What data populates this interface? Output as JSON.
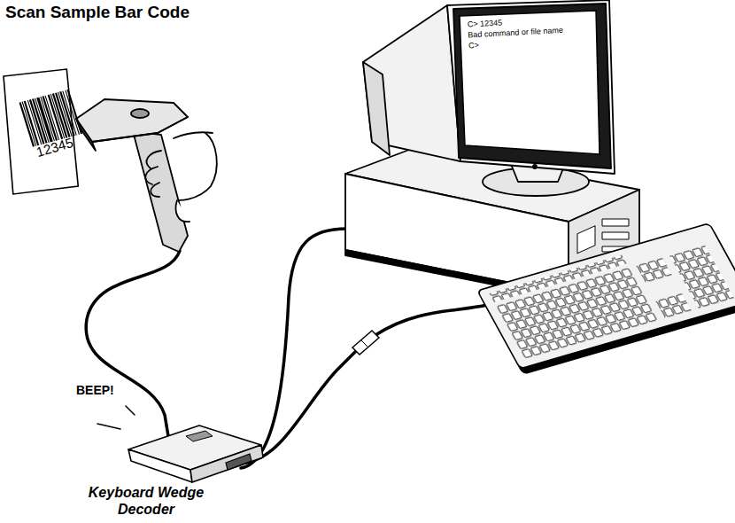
{
  "diagram": {
    "title": "Scan Sample Bar Code",
    "nodes": [
      {
        "text": [
          "12345"
        ]
      },
      {
        "text": [
          "C> 12345",
          "Bad command or file name",
          "C>"
        ]
      },
      {
        "text": [
          "Keyboard Wedge Decoder"
        ]
      }
    ],
    "labels": [
      "BEEP!"
    ]
  }
}
